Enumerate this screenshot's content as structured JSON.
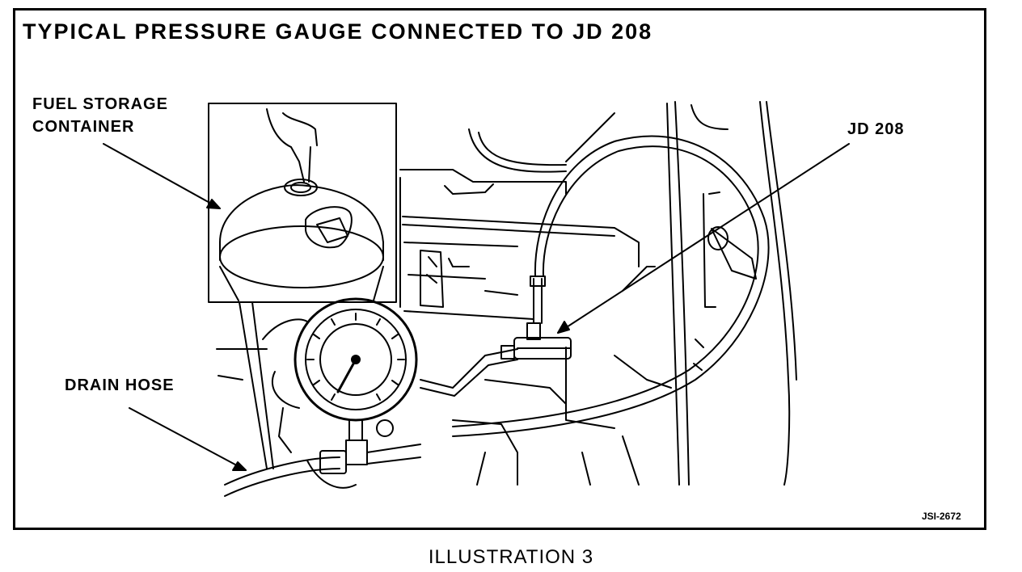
{
  "title": "TYPICAL PRESSURE GAUGE CONNECTED TO JD 208",
  "callouts": {
    "fuel_storage_line1": "FUEL STORAGE",
    "fuel_storage_line2": "CONTAINER",
    "jd208": "JD 208",
    "drain_hose": "DRAIN HOSE"
  },
  "figure_code": "JSI-2672",
  "caption": "ILLUSTRATION 3",
  "colors": {
    "ink": "#000000",
    "paper": "#ffffff"
  }
}
